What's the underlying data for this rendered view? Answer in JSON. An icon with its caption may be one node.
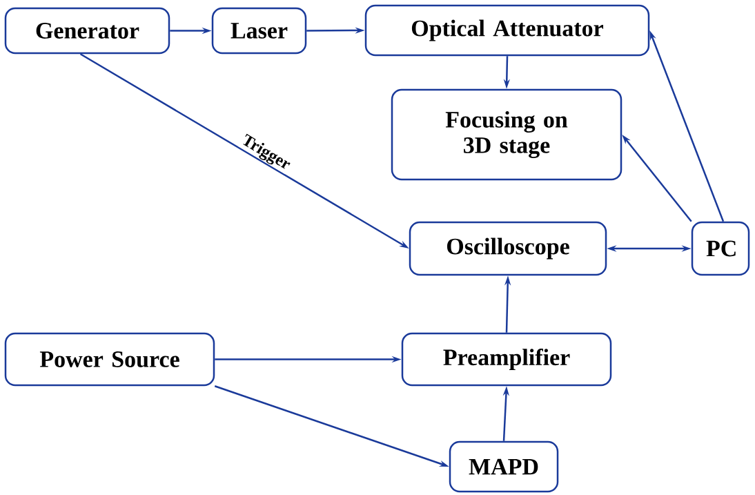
{
  "diagram": {
    "nodes": [
      {
        "text": [
          "Generator"
        ]
      },
      {
        "text": [
          "Laser"
        ]
      },
      {
        "text": [
          "Optical Attenuator"
        ]
      },
      {
        "text": [
          "Focusing on 3D stage"
        ]
      },
      {
        "text": [
          "Oscilloscope"
        ]
      },
      {
        "text": [
          "PC"
        ]
      },
      {
        "text": [
          "Power Source"
        ]
      },
      {
        "text": [
          "Preamplifier"
        ]
      },
      {
        "text": [
          "MAPD"
        ]
      }
    ],
    "edges": [
      {
        "from": 0,
        "to": 1,
        "arrow": "to"
      },
      {
        "from": 1,
        "to": 2,
        "arrow": "to"
      },
      {
        "from": 2,
        "to": 3,
        "arrow": "to"
      },
      {
        "from": 0,
        "to": 4,
        "arrow": "to",
        "label": "Trigger"
      },
      {
        "from": 4,
        "to": 5,
        "arrow": "both"
      },
      {
        "from": 5,
        "to": 3,
        "arrow": "to"
      },
      {
        "from": 5,
        "to": 2,
        "arrow": "to"
      },
      {
        "from": 6,
        "to": 7,
        "arrow": "to"
      },
      {
        "from": 6,
        "to": 8,
        "arrow": "to"
      },
      {
        "from": 8,
        "to": 7,
        "arrow": "to"
      },
      {
        "from": 7,
        "to": 4,
        "arrow": "to"
      }
    ]
  }
}
